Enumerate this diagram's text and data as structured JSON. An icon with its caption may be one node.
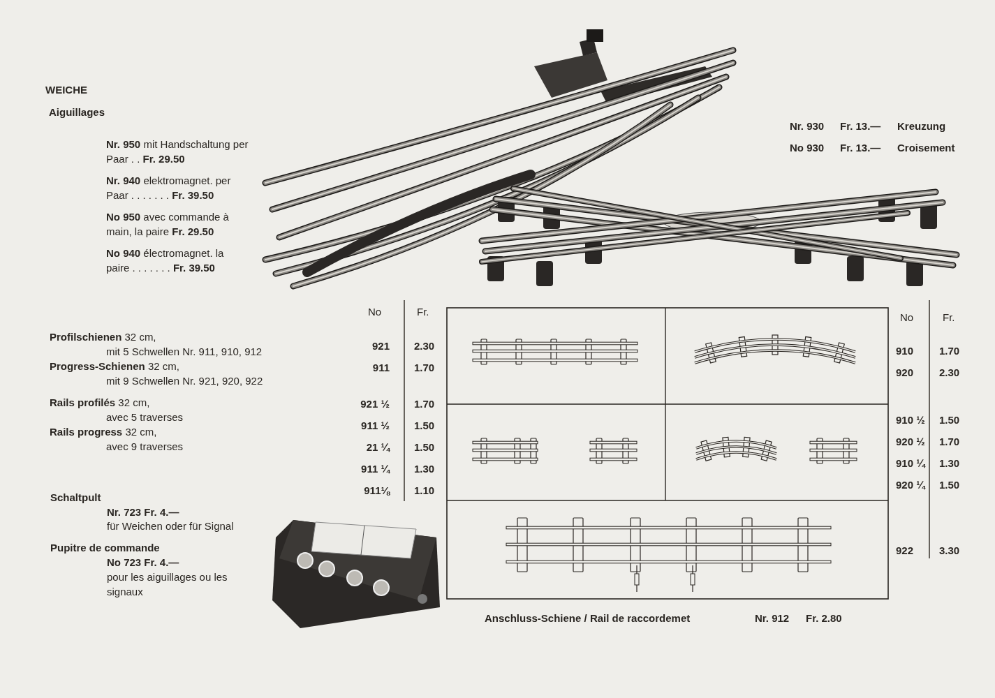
{
  "diagram": {
    "labels": [
      "WEICHE",
      "Aiguillages",
      "**Nr. 950** mit Handschaltung per Paar . . **Fr. 29.50**",
      "**Nr. 940** elektromagnet. per Paar . . . . . . . **Fr. 39.50**",
      "**No 950** avec commande à main, la paire **Fr. 29.50**",
      "**No 940** électromagnet. la paire . . . . . . . **Fr. 39.50**",
      "Nr. 930",
      "Fr. 13.—",
      "Kreuzung",
      "No 930",
      "Fr. 13.—",
      "Croisement",
      "**Profilschienen** 32 cm,",
      "mit 5 Schwellen Nr. 911, 910, 912",
      "**Progress-Schienen** 32 cm,",
      "mit 9 Schwellen Nr. 921, 920, 922",
      "**Rails profilés** 32 cm,",
      "avec 5 traverses",
      "**Rails progress** 32 cm,",
      "avec 9 traverses",
      "Schaltpult",
      "Nr. 723 Fr. 4.—",
      "für Weichen oder für Signal",
      "Pupitre de commande",
      "No 723 Fr. 4.—",
      "pour les aiguillages ou les signaux",
      "No",
      "Fr.",
      "921",
      "2.30",
      "911",
      "1.70",
      "921 ½",
      "1.70",
      "911 ½",
      "1.50",
      "21 ¼",
      "1.50",
      "911 ¼",
      "1.30",
      "911⅛",
      "1.10",
      "No",
      "Fr.",
      "910",
      "1.70",
      "920",
      "2.30",
      "910 ½",
      "1.50",
      "920 ½",
      "1.70",
      "910 ¼",
      "1.30",
      "920 ¼",
      "1.50",
      "922",
      "3.30",
      "Anschluss-Schiene / Rail de raccordemet",
      "Nr. 912",
      "Fr. 2.80"
    ]
  }
}
